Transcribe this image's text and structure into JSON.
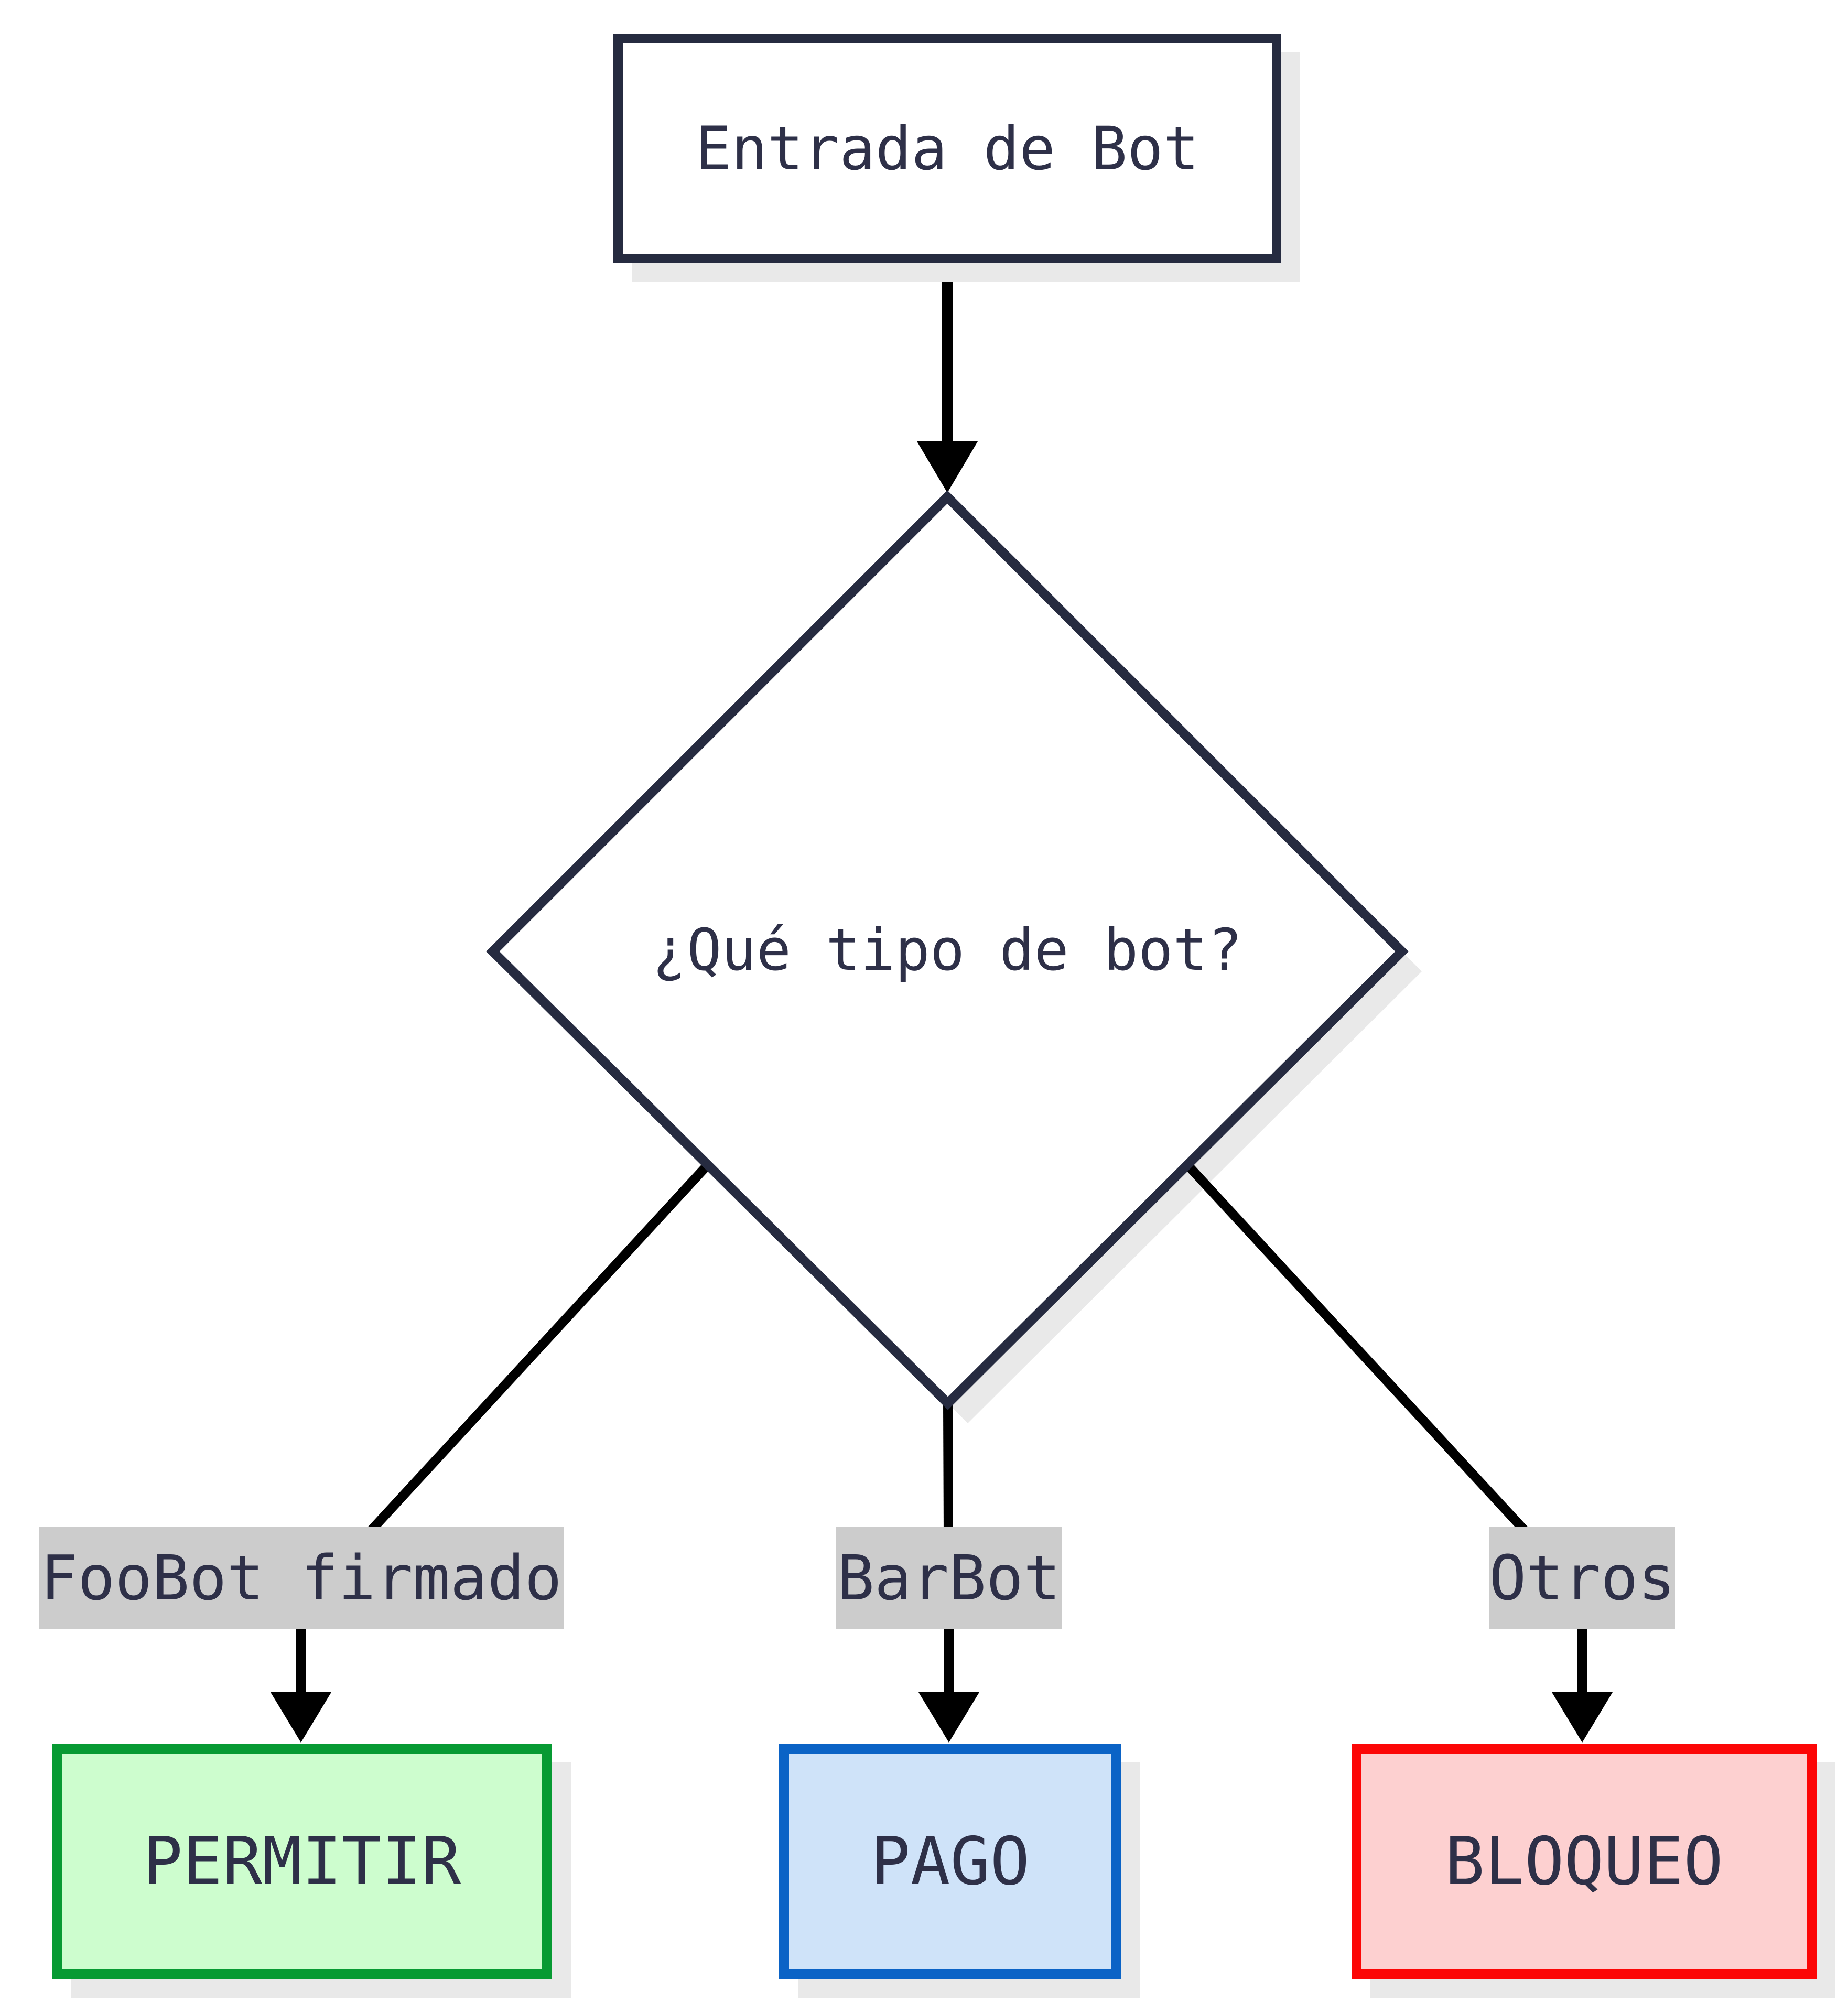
{
  "flow": {
    "start": {
      "label": "Entrada de Bot"
    },
    "decision": {
      "label": "¿Qué tipo de bot?"
    },
    "branches": [
      {
        "label": "FooBot firmado"
      },
      {
        "label": "BarBot"
      },
      {
        "label": "Otros"
      }
    ],
    "outcomes": [
      {
        "label": "PERMITIR",
        "border_color": "#079a33",
        "fill_color": "#cdfdce"
      },
      {
        "label": "PAGO",
        "border_color": "#0b63c6",
        "fill_color": "#cfe3f9"
      },
      {
        "label": "BLOQUEO",
        "border_color": "#fc0606",
        "fill_color": "#fdd0d0"
      }
    ]
  },
  "colors": {
    "node_border": "#262b40",
    "node_fill": "#ffffff",
    "text": "#2e3048",
    "edge": "#000000",
    "branch_label_bg": "#cccccc",
    "shadow": "#e9e9e9"
  }
}
